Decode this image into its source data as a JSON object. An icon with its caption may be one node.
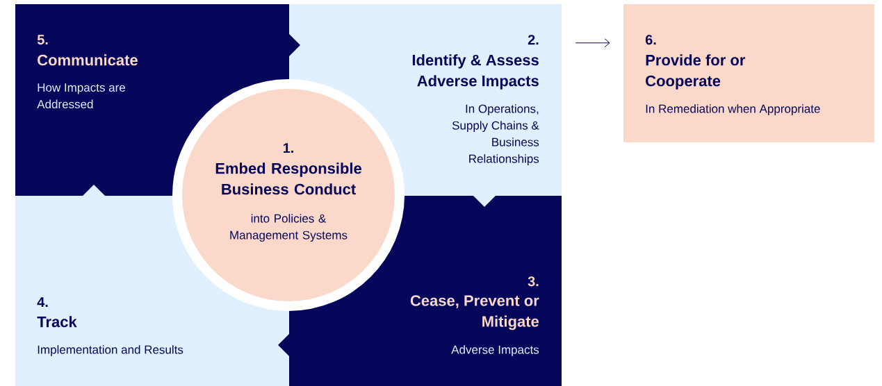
{
  "diagram": {
    "nodes": [
      {
        "text": [
          "5.",
          "Communicate",
          "How Impacts are Addressed"
        ]
      },
      {
        "text": [
          "2.",
          "Identify & Assess Adverse Impacts",
          "In Operations, Supply Chains & Business Relationships"
        ]
      },
      {
        "text": [
          "6.",
          "Provide for or Cooperate",
          "In Remediation when Appropriate"
        ]
      },
      {
        "text": [
          "1.",
          "Embed Responsible Business Conduct",
          "into Policies & Management Systems"
        ]
      },
      {
        "text": [
          "4.",
          "Track",
          "Implementation and Results"
        ]
      },
      {
        "text": [
          "3.",
          "Cease, Prevent or Mitigate",
          "Adverse Impacts"
        ]
      }
    ],
    "edges": [
      {
        "from": 0,
        "to": 1,
        "arrow": "to"
      },
      {
        "from": 1,
        "to": 5,
        "arrow": "to",
        "color": "#e1f0fe"
      },
      {
        "from": 5,
        "to": 4,
        "arrow": "to"
      },
      {
        "from": 4,
        "to": 0,
        "arrow": "to",
        "color": "#e1f0fe"
      },
      {
        "from": 1,
        "to": 2,
        "arrow": "to"
      }
    ]
  }
}
